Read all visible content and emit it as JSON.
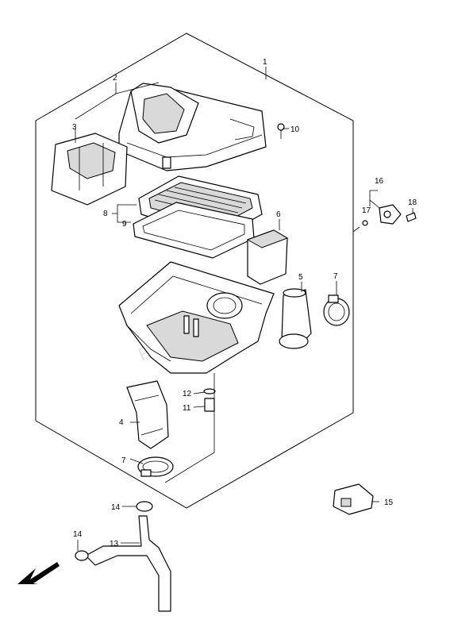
{
  "labels": {
    "p1": "1",
    "p2": "2",
    "p3": "3",
    "p4": "4",
    "p5": "5",
    "p6": "6",
    "p7a": "7",
    "p7b": "7",
    "p8": "8",
    "p9": "9",
    "p10": "10",
    "p11": "11",
    "p12": "12",
    "p13": "13",
    "p14a": "14",
    "p14b": "14",
    "p15": "15",
    "p16": "16",
    "p17": "17",
    "p18": "18"
  },
  "watermark": "Partsrepublik",
  "icons": {
    "front_arrow": "front-direction-arrow"
  }
}
